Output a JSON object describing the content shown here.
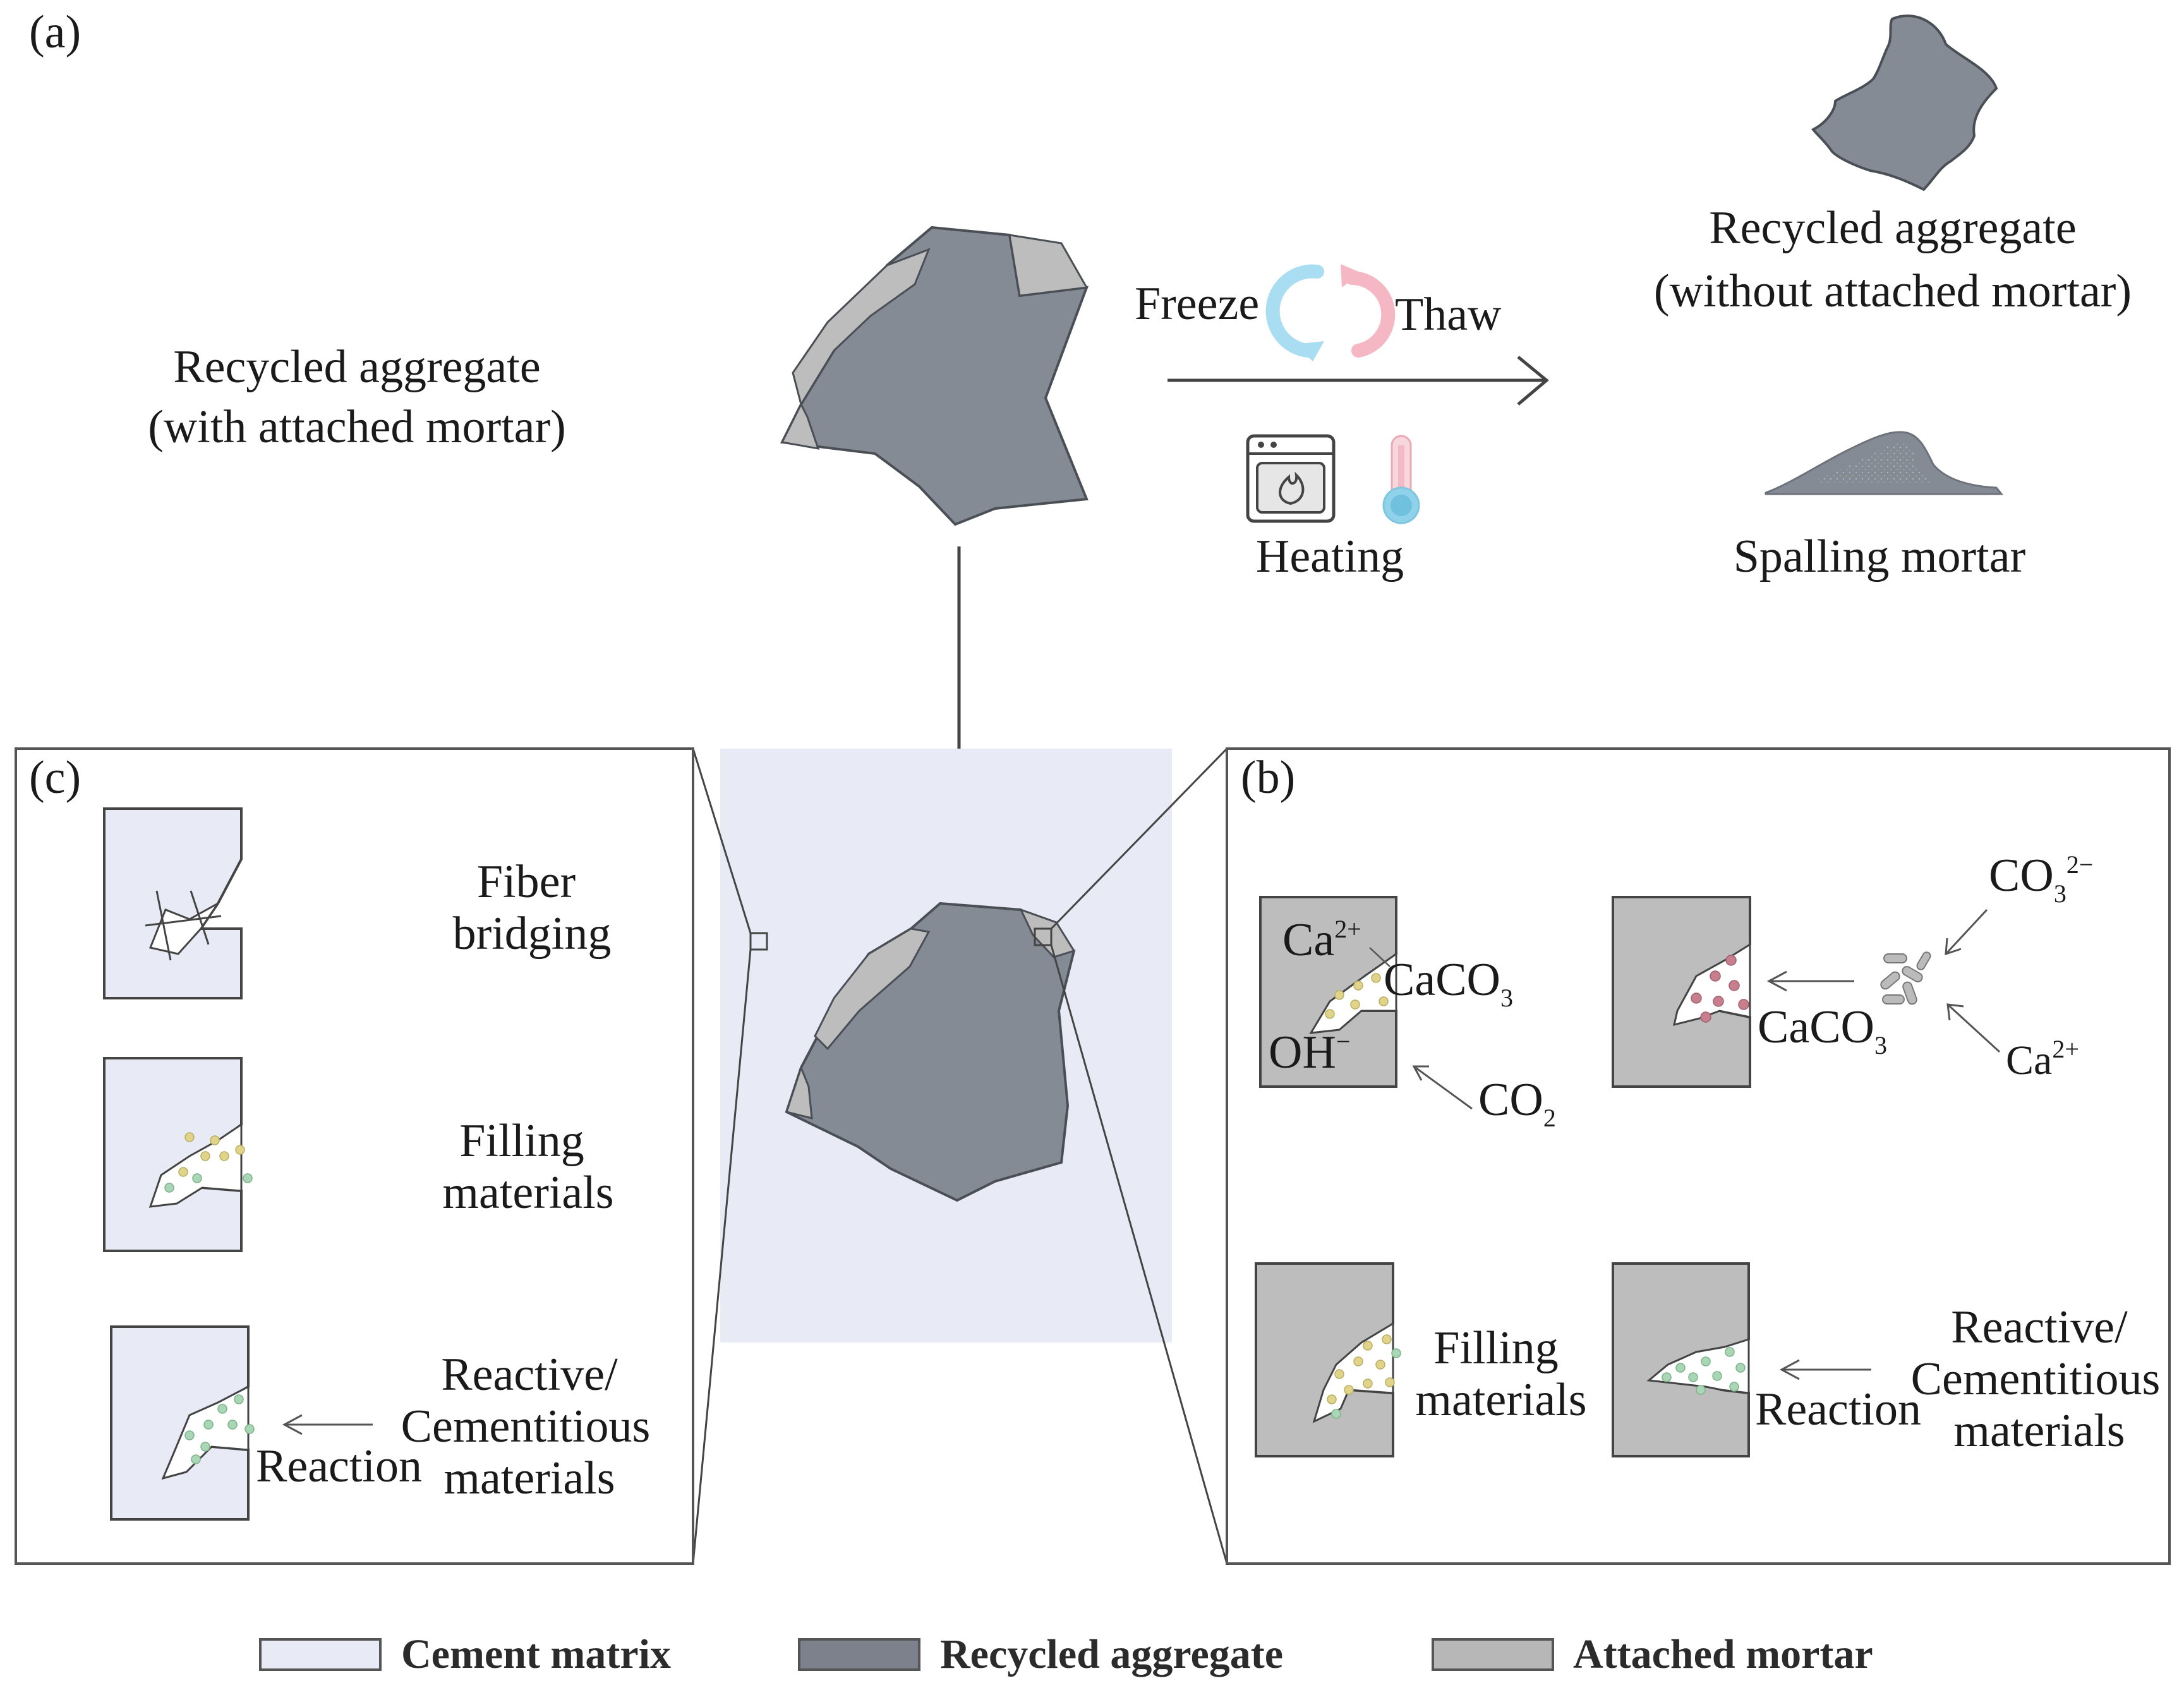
{
  "panel_labels": {
    "a": "(a)",
    "b": "(b)",
    "c": "(c)"
  },
  "top": {
    "left_label": [
      "Recycled aggregate",
      "(with attached mortar)"
    ],
    "freeze": "Freeze",
    "thaw": "Thaw",
    "heating": "Heating",
    "right_label": [
      "Recycled aggregate",
      "(without attached mortar)"
    ],
    "spalling": "Spalling mortar"
  },
  "panel_c": {
    "fiber": [
      "Fiber",
      "bridging"
    ],
    "filling": [
      "Filling",
      "materials"
    ],
    "reactive": [
      "Reactive/",
      "Cementitious",
      "materials"
    ],
    "reaction": "Reaction"
  },
  "panel_b": {
    "ca": "Ca",
    "ca_sup": "2+",
    "caco_prefix": "CaCO",
    "caco_sub": "3",
    "oh": "OH",
    "oh_sup": "−",
    "co_prefix": "CO",
    "co2_sub": "2",
    "co3_sub": "3",
    "co3_sup": "2−",
    "filling": [
      "Filling",
      "materials"
    ],
    "reactive": [
      "Reactive/",
      "Cementitious",
      "materials"
    ],
    "reaction": "Reaction"
  },
  "legend": [
    {
      "label": "Cement matrix",
      "color": "#e8ebf5"
    },
    {
      "label": "Recycled aggregate",
      "color": "#7c818c"
    },
    {
      "label": "Attached mortar",
      "color": "#b7b7b7"
    }
  ],
  "colors": {
    "aggregate": "#858b95",
    "mortar": "#bdbdbd",
    "matrix": "#e8ebf5",
    "freeze_icon": "#a9def2",
    "thaw_icon": "#f6b7c4",
    "particles_yellow": "#e0d48a",
    "particles_green": "#a9d6b4",
    "particles_red": "#c77f8e"
  },
  "icons": [
    "freeze-thaw-cycle-icon",
    "oven-icon",
    "thermometer-icon",
    "arrow-icon",
    "bacteria-icon"
  ]
}
